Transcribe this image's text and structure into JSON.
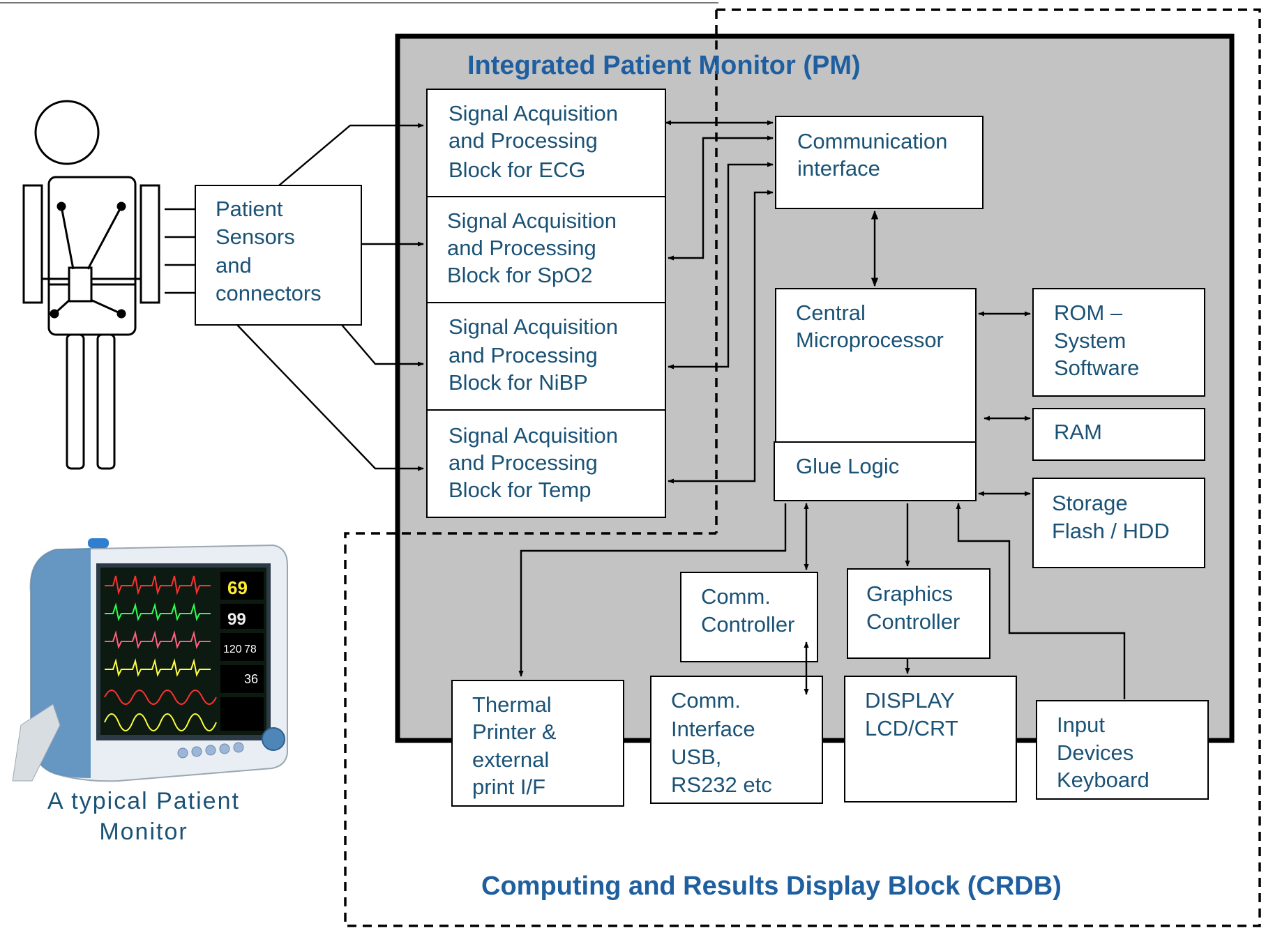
{
  "title": "Integrated Patient Monitor (PM)",
  "crdb_title": "Computing and Results Display Block (CRDB)",
  "photo_caption": [
    "A typical Patient",
    "Monitor"
  ],
  "blocks": {
    "sensors": [
      "Patient",
      "Sensors",
      "and",
      "connectors"
    ],
    "ecg": [
      "Signal Acquisition",
      "and Processing",
      "Block for ECG"
    ],
    "spo2": [
      "Signal Acquisition",
      "and Processing",
      "Block for SpO2"
    ],
    "nibp": [
      "Signal Acquisition",
      "and Processing",
      "Block for NiBP"
    ],
    "temp": [
      "Signal Acquisition",
      "and Processing",
      "Block for Temp"
    ],
    "comm_if": [
      "Communication",
      "interface"
    ],
    "cpu": [
      "Central",
      "Microprocessor"
    ],
    "glue": [
      "Glue Logic"
    ],
    "rom": [
      "ROM –",
      "System",
      "Software"
    ],
    "ram": [
      "RAM"
    ],
    "storage": [
      "Storage",
      "Flash / HDD"
    ],
    "comm_ctrl": [
      "Comm.",
      "Controller"
    ],
    "gfx": [
      "Graphics",
      "Controller"
    ],
    "printer": [
      "Thermal",
      "Printer &",
      "external",
      "print  I/F"
    ],
    "comm_usb": [
      "Comm.",
      "Interface",
      "USB,",
      "RS232 etc"
    ],
    "display": [
      "DISPLAY",
      "LCD/CRT"
    ],
    "input": [
      "Input",
      "Devices",
      "Keyboard"
    ]
  },
  "monitor_readouts": [
    "69",
    "99",
    "120",
    "78",
    "36"
  ],
  "colors": {
    "text": "#1a5276",
    "title": "#1f5fa0",
    "pm_fill": "#c3c3c3",
    "screen": "#0c1a12",
    "ecg": "#ff3030",
    "spo2": "#30ff50",
    "resp": "#ffff40",
    "monitor_body": "#e8eef3",
    "monitor_side": "#4f86b8"
  }
}
